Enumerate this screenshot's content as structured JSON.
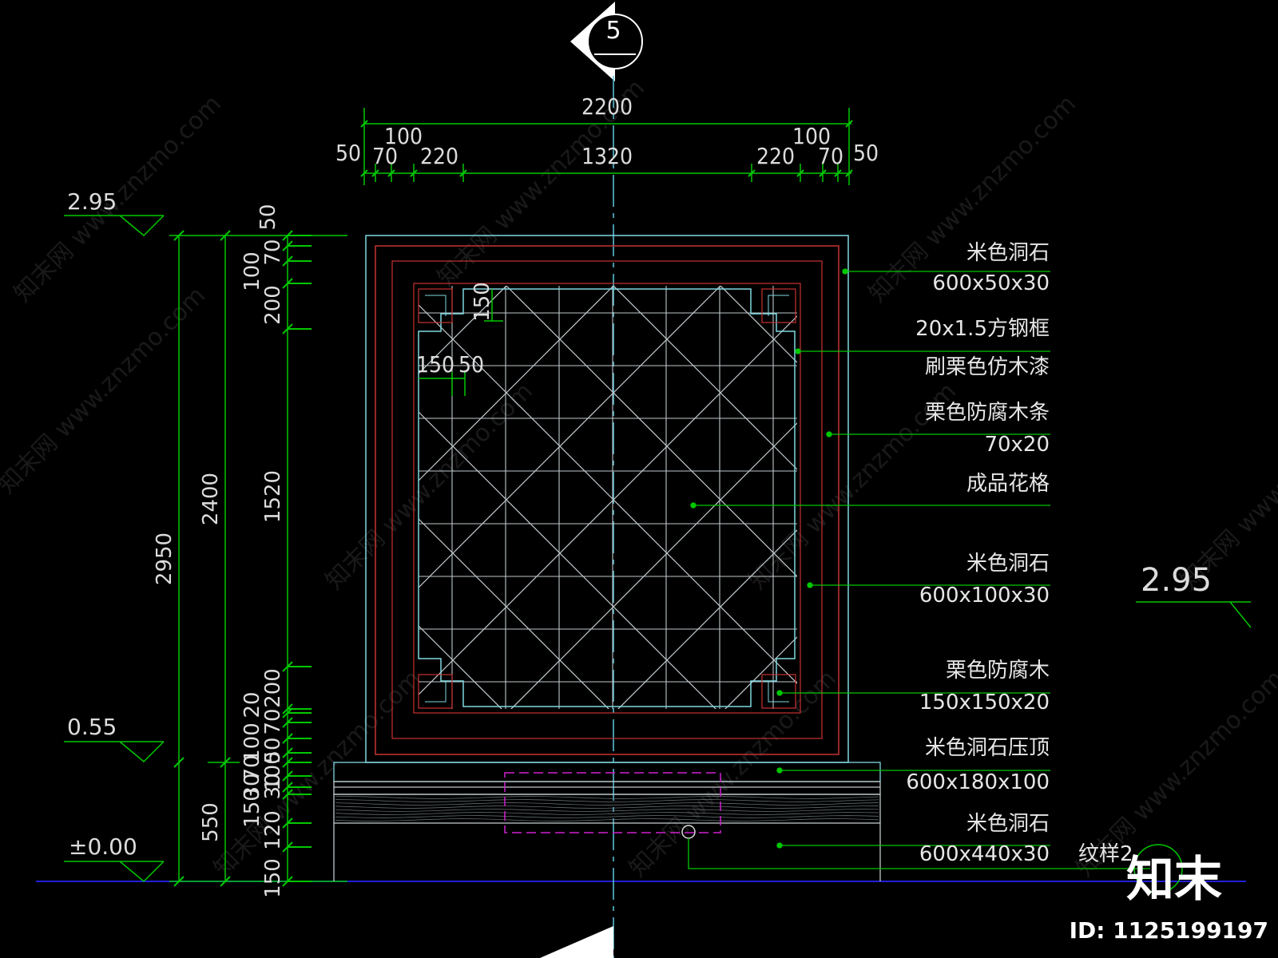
{
  "section_marker": {
    "number": "5"
  },
  "horizontal_dims": {
    "overall": "2200",
    "segments": [
      "50",
      "70",
      "100",
      "220",
      "1320",
      "220",
      "100",
      "70",
      "50"
    ]
  },
  "vertical_dims": {
    "overall": "2950",
    "upper": "2400",
    "lower": "550",
    "inner_top": [
      "50",
      "70",
      "100",
      "200"
    ],
    "inner_mid": "1520",
    "inner_bottom": [
      "200",
      "20",
      "70",
      "100",
      "50",
      "70",
      "100",
      "30",
      "30",
      "150",
      "120",
      "150"
    ]
  },
  "detail_dims": {
    "corner": "150",
    "offset_a": "150",
    "offset_b": "50"
  },
  "levels": {
    "top": "2.95",
    "mid": "0.55",
    "zero": "±0.00",
    "right": "2.95"
  },
  "annotations": [
    {
      "name": "米色洞石",
      "spec": "600x50x30"
    },
    {
      "name": "20x1.5方钢框",
      "spec": "刷栗色仿木漆"
    },
    {
      "name": "栗色防腐木条",
      "spec": "70x20"
    },
    {
      "name": "成品花格",
      "spec": ""
    },
    {
      "name": "米色洞石",
      "spec": "600x100x30"
    },
    {
      "name": "栗色防腐木",
      "spec": "150x150x20"
    },
    {
      "name": "米色洞石压顶",
      "spec": "600x180x100"
    },
    {
      "name": "米色洞石",
      "spec": "600x440x30"
    }
  ],
  "pattern_label": "纹样2",
  "brand": {
    "logo": "知末",
    "id": "ID: 1125199197"
  },
  "watermark": "知末网 www.znzmo.com",
  "colors": {
    "background": "#000000",
    "dimension_line": "#00c800",
    "stone_outline": "#7fd8e0",
    "wood_outline": "#c83232",
    "centerline": "#5ac8dc",
    "hidden_line": "#d020d0",
    "ground_line": "#2020d8"
  }
}
